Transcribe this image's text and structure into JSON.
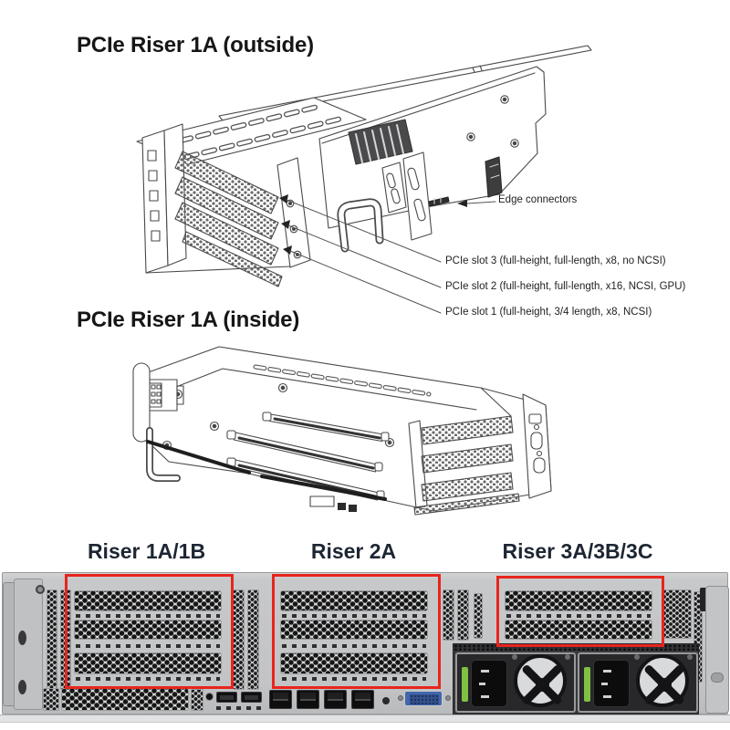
{
  "figure": {
    "outside": {
      "title": "PCIe Riser 1A (outside)",
      "callouts": {
        "edge_connectors": "Edge connectors",
        "slot3": "PCIe slot 3 (full-height, full-length, x8, no NCSI)",
        "slot2": "PCIe slot 2 (full-height, full-length, x16, NCSI, GPU)",
        "slot1": "PCIe slot 1 (full-height, 3/4 length, x8, NCSI)"
      }
    },
    "inside": {
      "title": "PCIe Riser 1A (inside)"
    },
    "rear_panel": {
      "labels": {
        "riser1": "Riser 1A/1B",
        "riser2": "Riser 2A",
        "riser3": "Riser 3A/3B/3C"
      },
      "highlight_color": "#e8251d",
      "label_color": "#1d2633"
    }
  }
}
